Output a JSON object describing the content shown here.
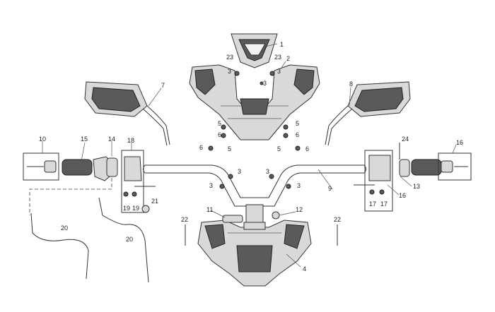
{
  "callouts": {
    "c1": "1",
    "c2": "2",
    "c3a": "3",
    "c3b": "3",
    "c3c": "3",
    "c3d": "3",
    "c3e": "3",
    "c3f": "3",
    "c3g": "3",
    "c4": "4",
    "c5a": "5",
    "c5b": "5",
    "c5c": "5",
    "c5d": "5",
    "c6a": "6",
    "c6b": "6",
    "c6c": "6",
    "c6d": "6",
    "c7": "7",
    "c8": "8",
    "c9": "9",
    "c10": "10",
    "c11": "11",
    "c12": "12",
    "c13": "13",
    "c14": "14",
    "c15": "15",
    "c16": "16",
    "c17a": "17",
    "c17b": "17",
    "c18": "18",
    "c19a": "19",
    "c19b": "19",
    "c20a": "20",
    "c20b": "20",
    "c21": "21",
    "c22a": "22",
    "c22b": "22",
    "c23a": "23",
    "c23b": "23",
    "c24": "24"
  }
}
